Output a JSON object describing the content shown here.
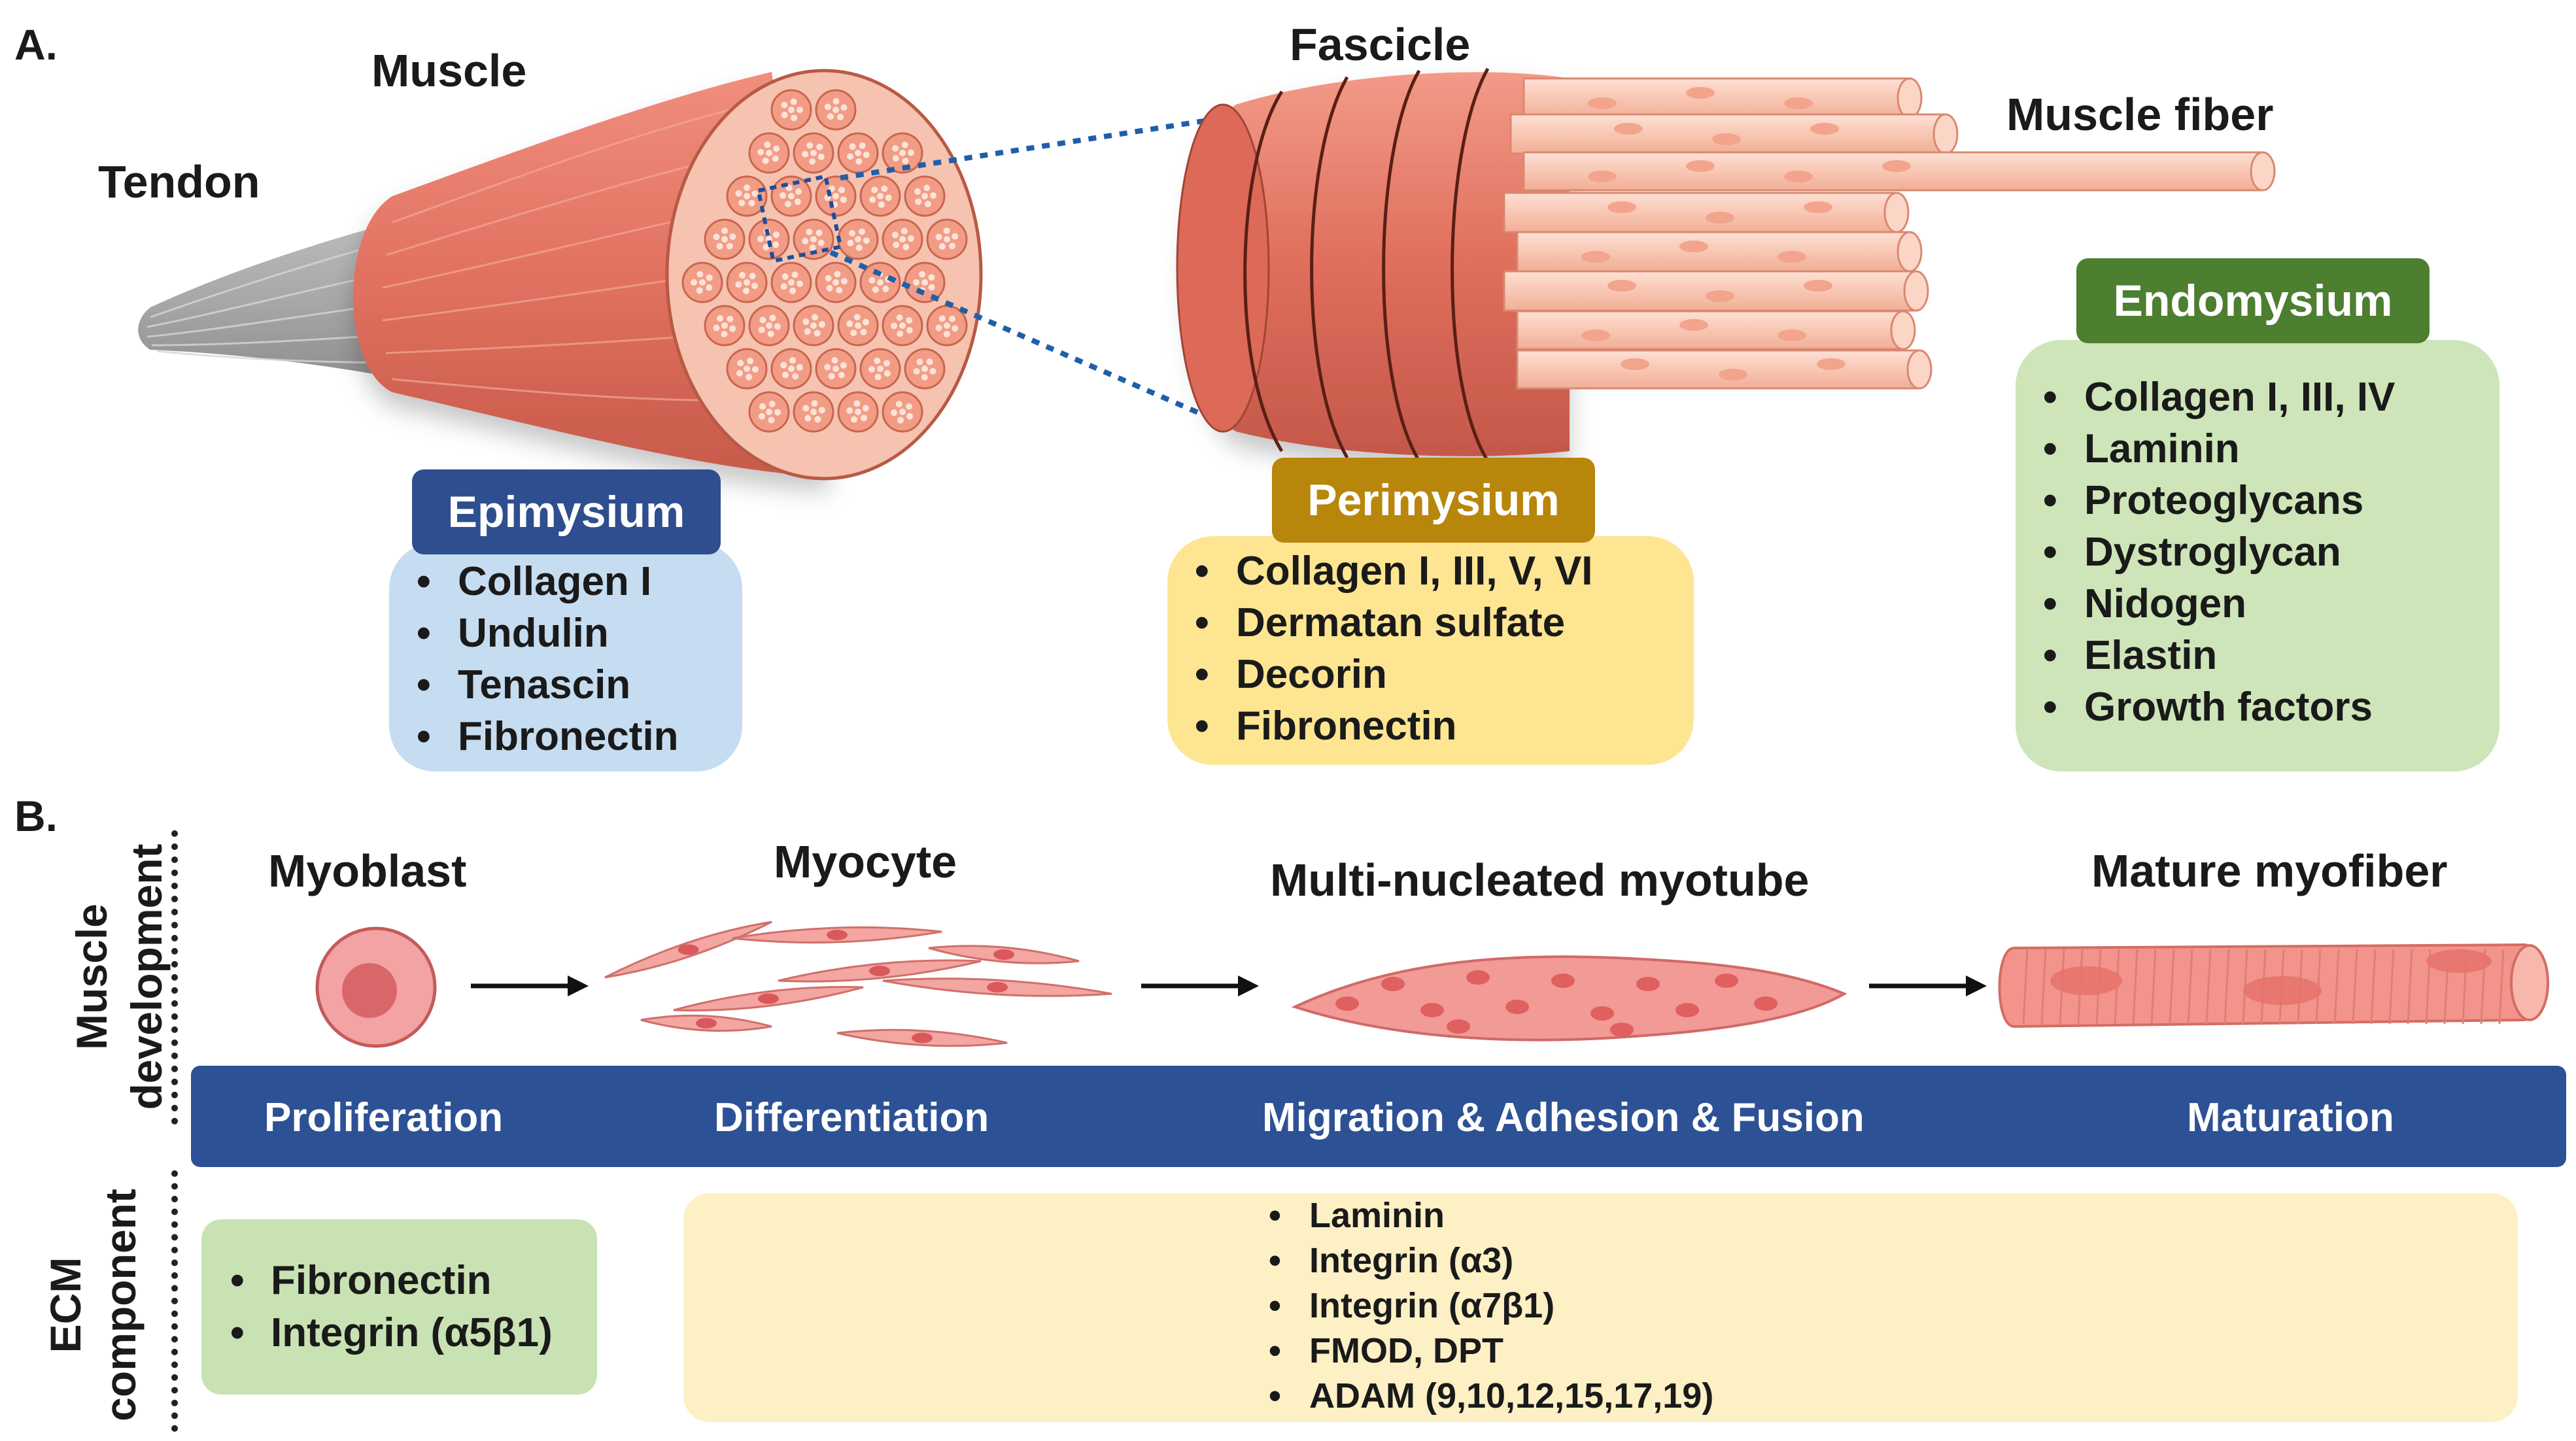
{
  "panel_a": {
    "letter": "A.",
    "labels": {
      "tendon": "Tendon",
      "muscle": "Muscle",
      "fascicle": "Fascicle",
      "muscle_fiber": "Muscle fiber"
    },
    "epimysium": {
      "title": "Epimysium",
      "items": [
        "Collagen I",
        "Undulin",
        "Tenascin",
        "Fibronectin"
      ]
    },
    "perimysium": {
      "title": "Perimysium",
      "items": [
        "Collagen I, III, V, VI",
        "Dermatan sulfate",
        "Decorin",
        "Fibronectin"
      ]
    },
    "endomysium": {
      "title": "Endomysium",
      "items": [
        "Collagen I, III, IV",
        "Laminin",
        "Proteoglycans",
        "Dystroglycan",
        "Nidogen",
        "Elastin",
        "Growth factors"
      ]
    }
  },
  "panel_b": {
    "letter": "B.",
    "row_labels": {
      "dev_line1": "Muscle",
      "dev_line2": "development",
      "ecm_line1": "ECM",
      "ecm_line2": "component"
    },
    "stages": {
      "myoblast": "Myoblast",
      "myocyte": "Myocyte",
      "myotube": "Multi-nucleated myotube",
      "myofiber": "Mature myofiber"
    },
    "band": [
      "Proliferation",
      "Differentiation",
      "Migration & Adhesion & Fusion",
      "Maturation"
    ],
    "ecm_left": [
      "Fibronectin",
      "Integrin (α5β1)"
    ],
    "ecm_right": [
      "Laminin",
      "Integrin (α3)",
      "Integrin (α7β1)",
      "FMOD, DPT",
      "ADAM (9,10,12,15,17,19)"
    ]
  },
  "colors": {
    "epimysium": "#2f4e8f",
    "perimysium": "#b8860b",
    "endomysium": "#4c7f2f",
    "epi_box": "#c6dcf0",
    "peri_box": "#fde592",
    "endo_box": "#cde5b8",
    "band": "#2d5195",
    "ecm_left_box": "#c9e2b3",
    "ecm_right_box": "#fdf0c4",
    "muscle": "#e27160"
  }
}
